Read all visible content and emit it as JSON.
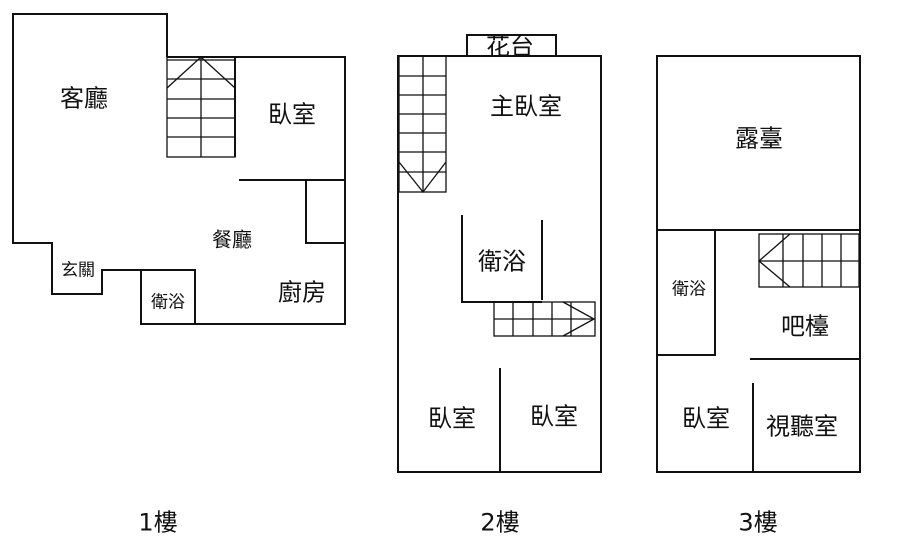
{
  "floors": [
    {
      "title": "1樓",
      "rooms": [
        "客廳",
        "臥室",
        "餐廳",
        "玄關",
        "衛浴",
        "廚房"
      ]
    },
    {
      "title": "2樓",
      "rooms": [
        "花台",
        "主臥室",
        "衛浴",
        "臥室",
        "臥室"
      ]
    },
    {
      "title": "3樓",
      "rooms": [
        "露臺",
        "衛浴",
        "吧檯",
        "臥室",
        "視聽室"
      ]
    }
  ],
  "colors": {
    "line": "#111111",
    "background": "#ffffff"
  }
}
